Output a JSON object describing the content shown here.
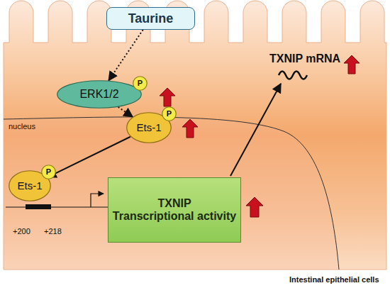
{
  "diagram": {
    "nodes": [
      {
        "text": [
          "Taurine"
        ]
      },
      {
        "text": [
          "ERK1/2"
        ]
      },
      {
        "text": [
          "P"
        ]
      },
      {
        "text": [
          "Ets-1"
        ]
      },
      {
        "text": [
          "P"
        ]
      },
      {
        "text": [
          "Ets-1"
        ]
      },
      {
        "text": [
          "P"
        ]
      },
      {
        "text": [
          "TXNIP",
          "Transcriptional activity"
        ]
      }
    ],
    "edges": [
      {
        "from": 0,
        "to": 1,
        "arrow": "to"
      },
      {
        "from": 1,
        "to": 3,
        "arrow": "to"
      },
      {
        "from": 3,
        "to": 5,
        "arrow": "to"
      }
    ],
    "labels": [
      "nucleus",
      "TXNIP mRNA",
      "+200",
      "+218",
      "Intestinal epithelial cells"
    ]
  }
}
